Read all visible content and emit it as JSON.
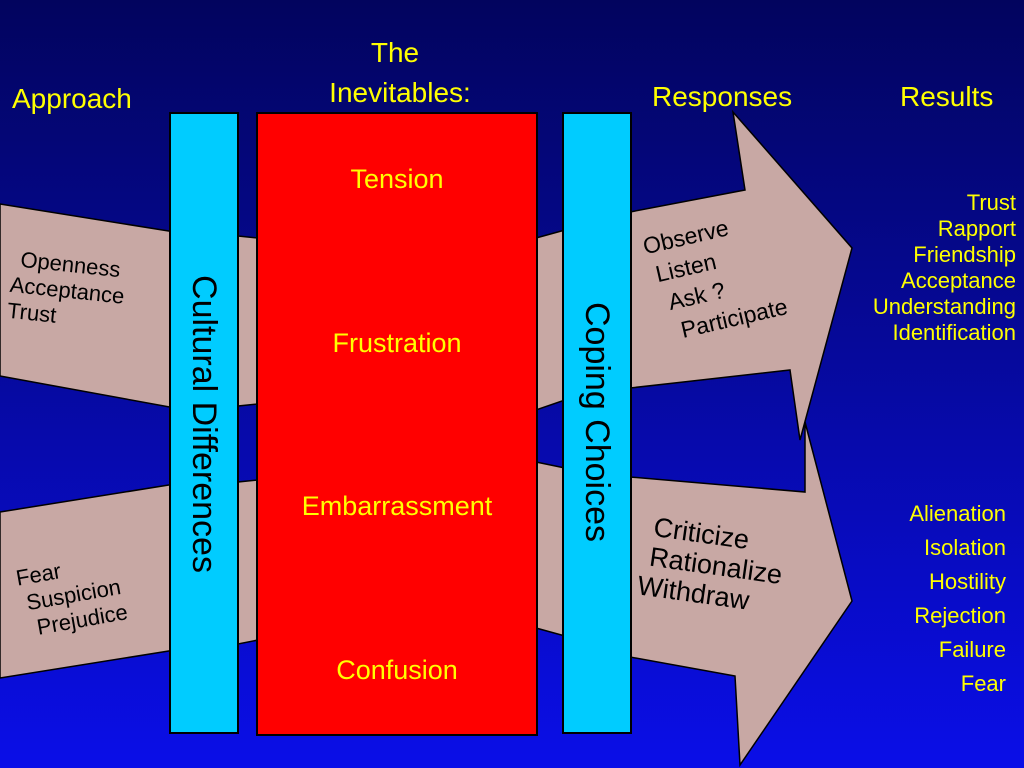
{
  "headers": {
    "approach": "Approach",
    "inevitables_line1": "The",
    "inevitables_line2": "Inevitables:",
    "responses": "Responses",
    "results": "Results"
  },
  "approach": {
    "positive": [
      "Openness",
      "Acceptance",
      "Trust"
    ],
    "negative": [
      "Fear",
      "Suspicion",
      "Prejudice"
    ]
  },
  "bars": {
    "cultural_differences": "Cultural Differences",
    "coping_choices": "Coping Choices"
  },
  "inevitables": [
    "Tension",
    "Frustration",
    "Embarrassment",
    "Confusion"
  ],
  "responses": {
    "positive": [
      "Observe",
      "Listen",
      "Ask ?",
      "Participate"
    ],
    "negative": [
      "Criticize",
      "Rationalize",
      "Withdraw"
    ]
  },
  "results": {
    "positive": [
      "Trust",
      "Rapport",
      "Friendship",
      "Acceptance",
      "Understanding",
      "Identification"
    ],
    "negative": [
      "Alienation",
      "Isolation",
      "Hostility",
      "Rejection",
      "Failure",
      "Fear"
    ]
  },
  "colors": {
    "background_top": "#02045e",
    "background_bottom": "#0a0ee8",
    "arrow_fill": "#c8a8a4",
    "cyan_bar": "#00ccff",
    "red_box": "#ff0000",
    "text_yellow": "#ffff00",
    "text_black": "#000000"
  }
}
